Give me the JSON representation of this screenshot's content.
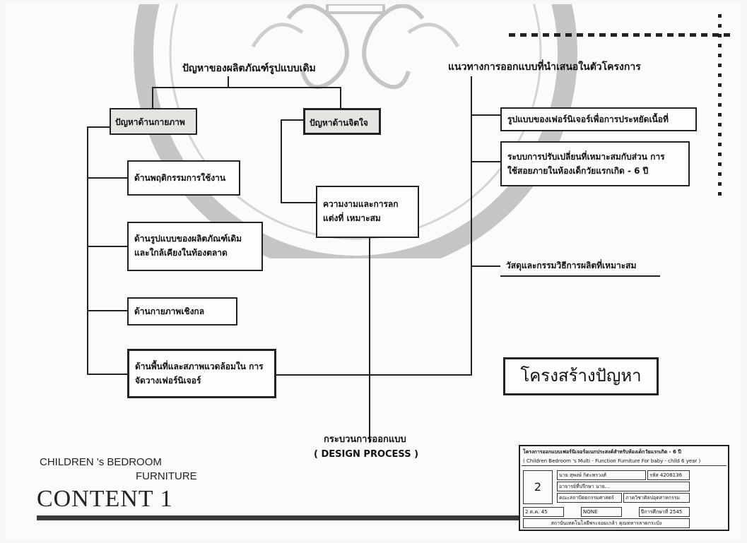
{
  "diagram": {
    "left_heading": "ปัญหาของผลิตภัณฑ์รูปแบบเดิม",
    "right_heading": "แนวทางการออกแบบที่นำเสนอในตัวโครงการ",
    "category_physical": "ปัญหาด้านกายภาพ",
    "category_mental": "ปัญหาด้านจิตใจ",
    "problems": [
      "ด้านพฤติกรรมการใช้งาน",
      "ด้านรูปแบบของผลิตภัณฑ์เดิม และใกล้เคียงในท้องตลาด",
      "ด้านกายภาพเชิงกล",
      "ด้านพื้นที่และสภาพแวดล้อมใน การจัดวางเฟอร์นิเจอร์"
    ],
    "mental_problem": "ความงามและการลกแต่งที่ เหมาะสม",
    "solutions": [
      "รูปแบบของเฟอร์นิเจอร์เพื่อการประหยัดเนื้อที่",
      "ระบบการปรับเปลี่ยนที่เหมาะสมกับส่วน การใช้สอยภายในห้องเด็กวัยแรกเกิด - 6 ปี",
      "วัสดุและกรรมวิธีการผลิตที่เหมาะสม"
    ],
    "structure_label": "โครงสร้างปัญหา",
    "process_th": "กระบวนการออกแบบ",
    "process_en": "( DESIGN PROCESS )"
  },
  "footer": {
    "title_line1": "CHILDREN 's BEDROOM",
    "title_line2": "FURNITURE",
    "content": "CONTENT 1"
  },
  "title_block": {
    "project_th": "โครงการออกแบบเฟอร์นิเจอร์อเนกประสงค์สำหรับห้องเด็กวัยแรกเกิด - 6 ปี",
    "project_en": "( Children Bedroom 's Multi - Function Furniture For baby - child 6 year )",
    "sheet_no": "2",
    "name": "นาย สุพงษ์ กิตะพรวงศ์",
    "code": "รหัส 4208136",
    "advisor": "อาจารย์ที่ปรึกษา นาย...",
    "faculty": "คณะสถาปัตยกรรมศาสตร์",
    "dept": "ภาควิชาศิลปอุตสาหกรรม",
    "date": "2 ต.ค. 45",
    "scale": "NONE",
    "sheet_label": "ปีการศึกษาที่ 2545",
    "institute": "สถาบันเทคโนโลยีพระจอมเกล้า คุณทหารลาดกระบัง"
  },
  "colors": {
    "ink": "#222222",
    "shade": "#e4e4e1",
    "paper": "#fbfbf9",
    "seal": "#8a8a8a"
  }
}
